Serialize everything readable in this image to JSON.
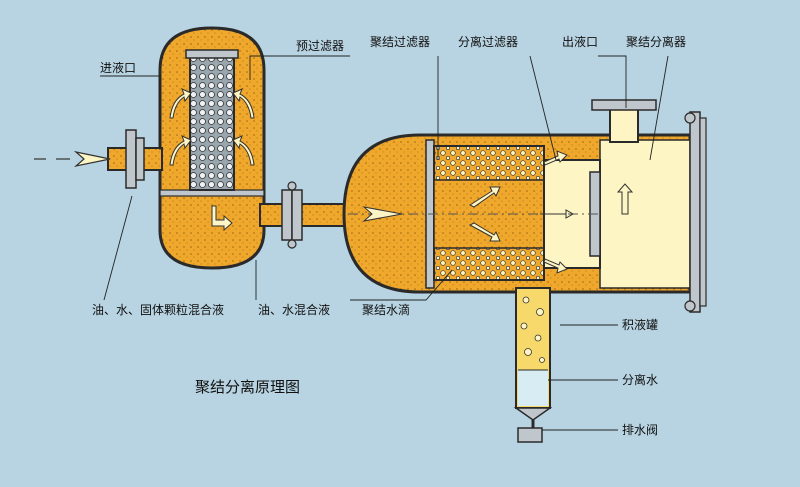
{
  "labels": {
    "inlet": "进液口",
    "prefilter": "预过滤器",
    "coalescing_filter": "聚结过滤器",
    "separation_filter": "分离过滤器",
    "outlet": "出液口",
    "coalescing_separator": "聚结分离器",
    "oil_water_solid_mix": "油、水、固体颗粒混合液",
    "oil_water_mix": "油、水混合液",
    "coalesced_droplets": "聚结水滴",
    "sump": "积液罐",
    "separated_water": "分离水",
    "drain_valve": "排水阀"
  },
  "title": "聚结分离原理图",
  "colors": {
    "background": "#b8d4e2",
    "liquid": "#f0a82c",
    "clean_liquid": "#fdf5c4",
    "water": "#d8ecf4",
    "metal": "#c0c7cc"
  }
}
